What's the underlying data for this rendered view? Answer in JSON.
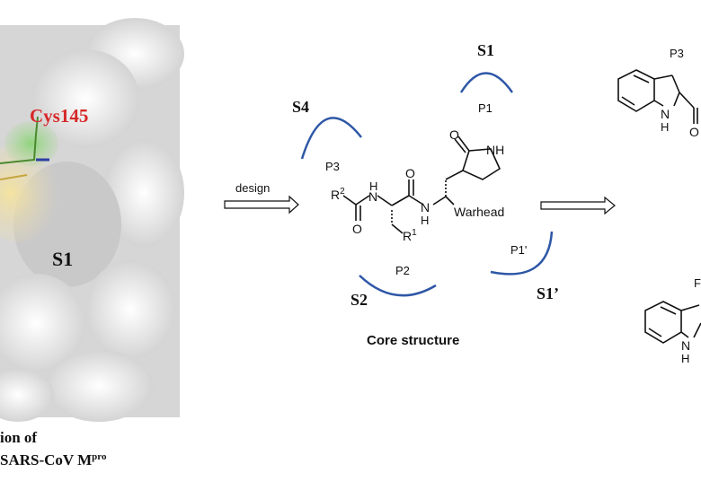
{
  "panel_a": {
    "residue_label": "Cys145",
    "pocket_label": "S1",
    "caption_line1": "ion of",
    "caption_line2_main": "SARS-CoV M",
    "caption_line2_sup": "pro"
  },
  "design_arrow_label": "design",
  "pockets": {
    "s1": "S1",
    "s4": "S4",
    "s2": "S2",
    "s1_prime": "S1’"
  },
  "positions": {
    "p1": "P1",
    "p3": "P3",
    "p2": "P2",
    "p1_prime": "P1'"
  },
  "core": {
    "r2": "R",
    "r2_sup": "2",
    "r1": "R",
    "r1_sup": "1",
    "nh": "NH",
    "n": "N",
    "h": "H",
    "o": "O",
    "warhead": "Warhead",
    "caption": "Core structure"
  },
  "right_panel": {
    "p3_label": "P3",
    "nh_atom": "N",
    "h_atom": "H",
    "o_atom": "O",
    "partial_label": "F"
  },
  "colors": {
    "pocket_arc": "#2e57a6",
    "residue_label": "#d62828",
    "surface": "#dadada"
  }
}
